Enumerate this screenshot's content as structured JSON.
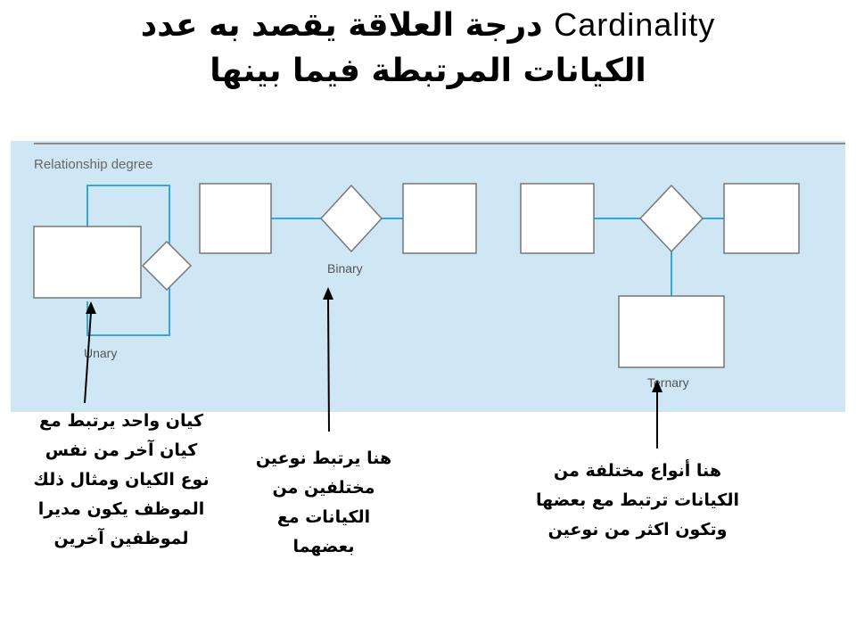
{
  "title": {
    "line1_arabic": "درجة العلاقة يقصد به عدد",
    "line1_english": "Cardinality",
    "line2": "الكيانات المرتبطة فيما بينها"
  },
  "diagram": {
    "heading": "Relationship degree",
    "labels": {
      "unary": "Unary",
      "binary": "Binary",
      "ternary": "Ternary"
    },
    "colors": {
      "panel": "#cfe7f5",
      "connector": "#35a6dc",
      "box_stroke": "#777777",
      "box_fill": "#ffffff"
    }
  },
  "notes": {
    "unary": [
      "كيان واحد يرتبط مع",
      "كيان آخر من نفس",
      "نوع الكيان ومثال ذلك",
      "الموظف  يكون مديرا",
      "لموظفين آخرين"
    ],
    "binary": [
      "هنا يرتبط نوعين",
      "مختلفين من",
      "الكيانات مع",
      "بعضهما"
    ],
    "ternary": [
      "هنا أنواع مختلفة من",
      "الكيانات ترتبط مع بعضها",
      "وتكون اكثر من نوعين"
    ]
  }
}
